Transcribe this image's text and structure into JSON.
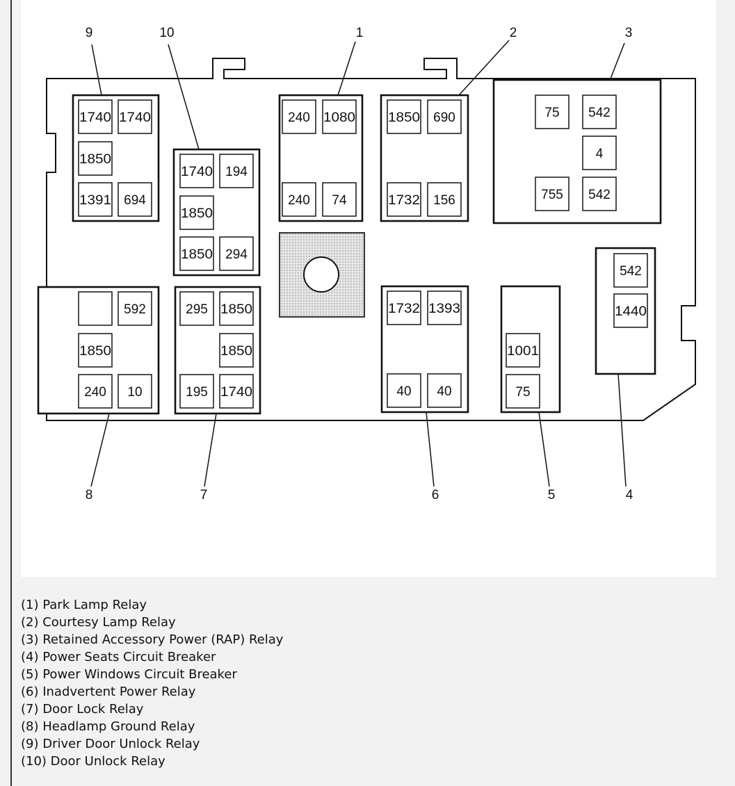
{
  "diagram": {
    "callouts": [
      "1",
      "2",
      "3",
      "4",
      "5",
      "6",
      "7",
      "8",
      "9",
      "10"
    ],
    "relays": [
      {
        "id": "1",
        "cells": [
          "240",
          "1080",
          "240",
          "74"
        ]
      },
      {
        "id": "2",
        "cells": [
          "1850",
          "690",
          "1732",
          "156"
        ]
      },
      {
        "id": "3",
        "cells": [
          "75",
          "542",
          "4",
          "755",
          "542"
        ]
      },
      {
        "id": "4",
        "cells": [
          "542",
          "1440"
        ]
      },
      {
        "id": "5",
        "cells": [
          "1001",
          "75"
        ]
      },
      {
        "id": "6",
        "cells": [
          "1732",
          "1393",
          "40",
          "40"
        ]
      },
      {
        "id": "7",
        "cells": [
          "295",
          "1850",
          "1850",
          "195",
          "1740"
        ]
      },
      {
        "id": "8",
        "cells": [
          "",
          "592",
          "1850",
          "240",
          "10"
        ]
      },
      {
        "id": "9",
        "cells": [
          "1740",
          "1740",
          "1850",
          "1391",
          "694"
        ]
      },
      {
        "id": "10",
        "cells": [
          "1740",
          "194",
          "1850",
          "1850",
          "294"
        ]
      }
    ]
  },
  "legend": [
    "(1) Park Lamp Relay",
    "(2) Courtesy Lamp Relay",
    "(3) Retained Accessory Power (RAP) Relay",
    "(4) Power Seats Circuit Breaker",
    "(5) Power Windows Circuit Breaker",
    "(6) Inadvertent Power Relay",
    "(7) Door Lock Relay",
    "(8) Headlamp Ground Relay",
    "(9) Driver Door Unlock Relay",
    "(10) Door Unlock Relay"
  ]
}
